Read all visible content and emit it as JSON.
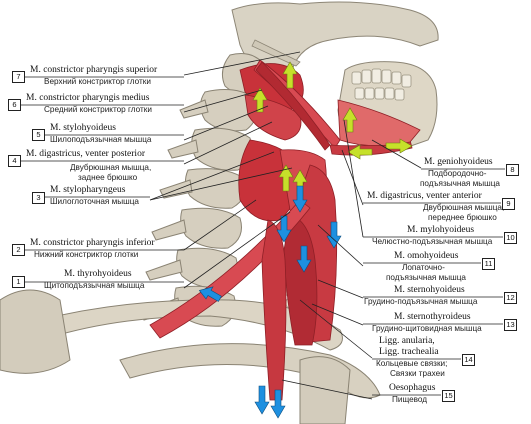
{
  "labels": [
    {
      "num": "7",
      "latin": "M. constrictor pharyngis superior",
      "ru": "Верхний констриктор глотки"
    },
    {
      "num": "6",
      "latin": "M. constrictor pharyngis medius",
      "ru": "Средний констриктор глотки"
    },
    {
      "num": "5",
      "latin": "M. stylohyoideus",
      "ru": "Шилоподъязычная мышца"
    },
    {
      "num": "4",
      "latin": "M. digastricus, venter posterior",
      "ru": "Двубрюшная мышца,",
      "ru2": "заднее брюшко"
    },
    {
      "num": "3",
      "latin": "M. stylopharyngeus",
      "ru": "Шилоглоточная мышца"
    },
    {
      "num": "2",
      "latin": "M. constrictor pharyngis inferior",
      "ru": "Нижний констриктор глотки"
    },
    {
      "num": "1",
      "latin": "M. thyrohyoideus",
      "ru": "Щитоподъязычная мышца"
    },
    {
      "num": "8",
      "latin": "M. geniohyoideus",
      "ru": "Подбородочно-",
      "ru2": "подъязычная мышца"
    },
    {
      "num": "9",
      "latin": "M. digastricus, venter anterior",
      "ru": "Двубрюшная мышца,",
      "ru2": "переднее брюшко"
    },
    {
      "num": "10",
      "latin": "M. mylohyoideus",
      "ru": "Челюстно-подъязычная мышца"
    },
    {
      "num": "11",
      "latin": "M. omohyoideus",
      "ru": "Лопаточно-",
      "ru2": "подъязычная мышца"
    },
    {
      "num": "12",
      "latin": "M. sternohyoideus",
      "ru": "Грудино-подъязычная мышца"
    },
    {
      "num": "13",
      "latin": "M. sternothyroideus",
      "ru": "Грудино-щитовидная мышца"
    },
    {
      "num": "14",
      "latin": "Ligg. anularia,",
      "latin2": "Ligg. trachealia",
      "ru": "Кольцевые связки;",
      "ru2": "Связки трахеи"
    },
    {
      "num": "15",
      "latin": "Oesophagus",
      "ru": "Пищевод"
    }
  ],
  "colors": {
    "bone": "#d9d3c4",
    "bone_shadow": "#9a9384",
    "muscle": "#c8323a",
    "muscle_light": "#e06a6a",
    "arrow_up": "#c6e02a",
    "arrow_down": "#1e90e0",
    "leader": "#222222"
  }
}
